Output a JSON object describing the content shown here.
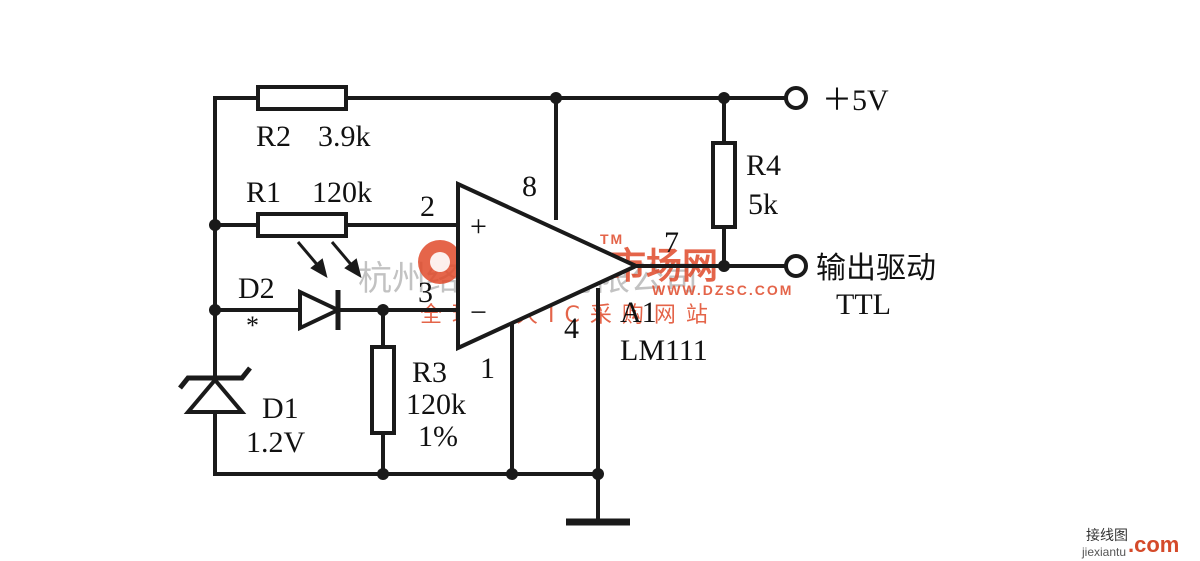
{
  "components": {
    "r2": {
      "ref": "R2",
      "value": "3.9k"
    },
    "r1": {
      "ref": "R1",
      "value": "120k"
    },
    "r3": {
      "ref": "R3",
      "value": "120k",
      "tolerance": "1%"
    },
    "r4": {
      "ref": "R4",
      "value": "5k"
    },
    "d1": {
      "ref": "D1",
      "value": "1.2V"
    },
    "d2": {
      "ref": "D2",
      "mark": "*"
    },
    "comparator": {
      "ref": "A1",
      "part": "LM111",
      "plus_sign": "+",
      "minus_sign": "−"
    }
  },
  "pins": {
    "p1": "1",
    "p2": "2",
    "p3": "3",
    "p4": "4",
    "p7": "7",
    "p8": "8"
  },
  "terminals": {
    "supply": "＋5V",
    "output_line1": "输出驱动",
    "output_line2": "TTL"
  },
  "watermark": {
    "company": "杭州络睿科技有限公司",
    "brand": "维库电子市场网",
    "url": "WWW.DZSC.COM",
    "tagline": "全球最大IC采购网站",
    "tm": "TM"
  },
  "corner_mark": {
    "cn": "接线图",
    "pinyin": "jiexiantu",
    "suffix": ".com"
  }
}
